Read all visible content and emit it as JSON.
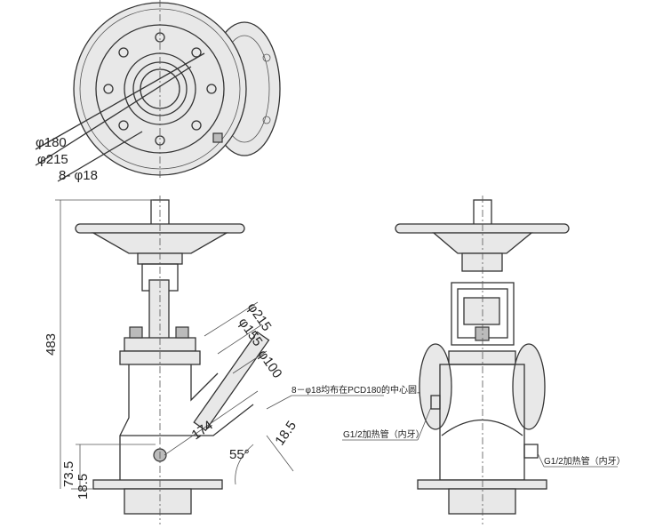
{
  "top_view": {
    "dims": {
      "d180": "φ180",
      "d215": "φ215",
      "holes": "8- φ18"
    }
  },
  "front_view": {
    "dims": {
      "height": "483",
      "d215": "φ215",
      "d155": "φ155",
      "d100": "φ100",
      "length": "174",
      "thickness": "18.5",
      "angle": "55°",
      "h73": "73.5",
      "h18": "18.5"
    },
    "note_holes": "8－φ18均布在PCD180的中心圆上"
  },
  "side_view": {
    "note_left": "G1/2加热管（内牙）",
    "note_right": "G1/2加热管（内牙）"
  }
}
